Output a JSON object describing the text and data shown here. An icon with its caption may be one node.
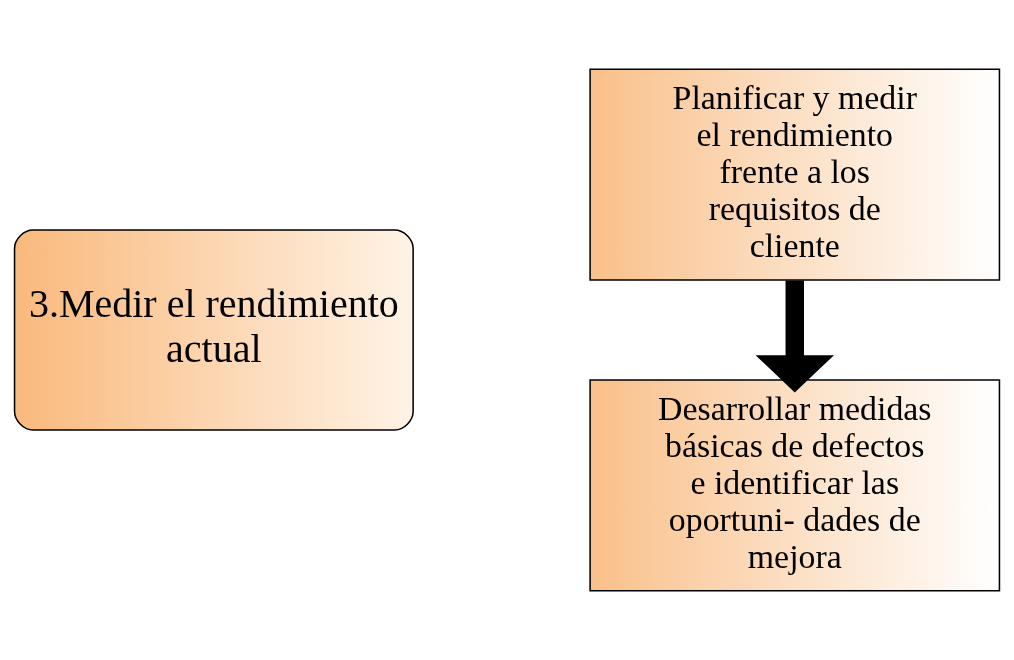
{
  "diagram": {
    "nodes": [
      {
        "text": [
          "3.Medir el rendimiento actual"
        ]
      },
      {
        "text": [
          "Planificar y medir el rendimiento frente a los requisitos de cliente"
        ]
      },
      {
        "text": [
          "Desarrollar medidas básicas de defectos e identificar las oportuni- dades de mejora"
        ]
      }
    ],
    "edges": [
      {
        "from": 1,
        "to": 2,
        "arrow": "to"
      }
    ]
  }
}
